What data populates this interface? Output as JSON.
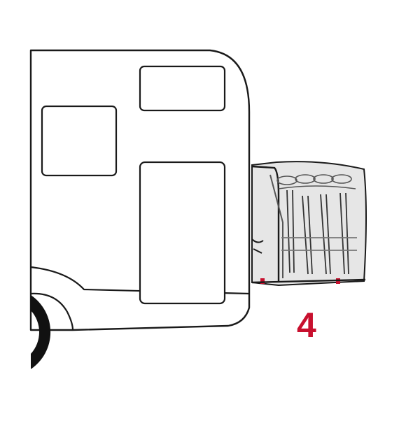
{
  "illustration": {
    "subject": "motorhome-rear-with-covered-bike-rack",
    "bike_count": 4,
    "colors": {
      "outline": "#1a1a1a",
      "cover_fill": "#e6e6e6",
      "accent": "#c8102e",
      "background": "#ffffff"
    }
  },
  "step": {
    "number": "4"
  }
}
